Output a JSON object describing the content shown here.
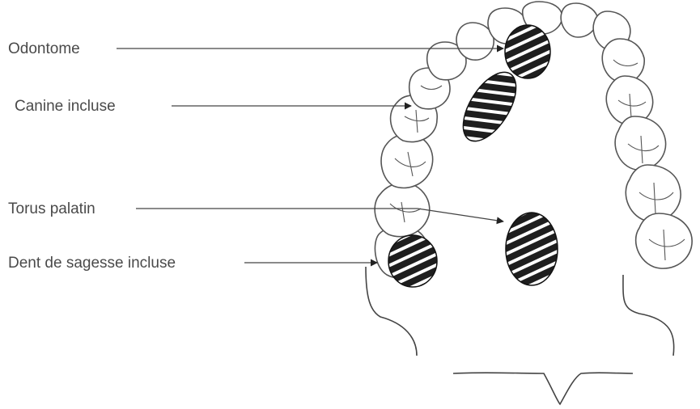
{
  "labels": {
    "odontome": "Odontome",
    "canine": "Canine incluse",
    "torus": "Torus palatin",
    "dent_sagesse": "Dent de sagesse incluse"
  }
}
